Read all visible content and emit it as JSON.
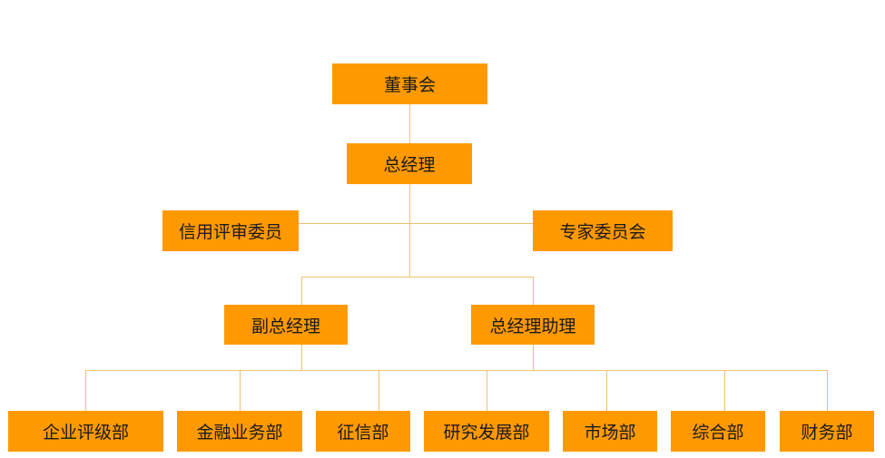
{
  "colors": {
    "box_fill": "#ff9900",
    "connector": "#f0c070",
    "text": "#1a1a1a"
  },
  "org": {
    "board": "董事会",
    "general_manager": "总经理",
    "credit_committee": "信用评审委员",
    "expert_committee": "专家委员会",
    "deputy_gm": "副总经理",
    "gm_assistant": "总经理助理",
    "departments": [
      "企业评级部",
      "金融业务部",
      "征信部",
      "研究发展部",
      "市场部",
      "综合部",
      "财务部"
    ]
  }
}
